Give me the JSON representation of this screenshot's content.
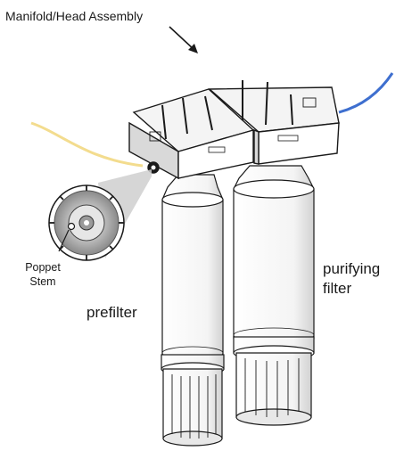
{
  "labels": {
    "title": "Manifold/Head Assembly",
    "poppet_line1": "Poppet",
    "poppet_line2": "Stem",
    "prefilter": "prefilter",
    "purifying_line1": "purifying",
    "purifying_line2": "filter"
  },
  "colors": {
    "left_tube": "#f3dc8e",
    "right_tube": "#3e6fcf",
    "outline": "#1a1a1a",
    "body": "#ffffff",
    "shade": "#d9d9d9",
    "callout": "#cfcfcf"
  },
  "icons": {
    "arrow": "arrow-down-right-icon",
    "detail": "poppet-detail-icon"
  }
}
